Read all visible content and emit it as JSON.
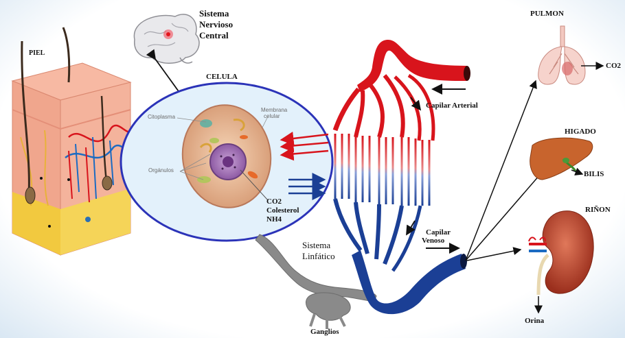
{
  "labels": {
    "piel": "PIEL",
    "snc_line1": "Sistema",
    "snc_line2": "Nervioso",
    "snc_line3": "Central",
    "celula": "CELULA",
    "citoplasma": "Citoplasma",
    "membrana_line1": "Membrana",
    "membrana_line2": "celular",
    "organulos": "Orgánulos",
    "co2_cell": "CO2",
    "colesterol": "Colesterol",
    "nh4": "NH4",
    "capilar_arterial": "Capilar Arterial",
    "capilar_venoso_line1": "Capilar",
    "capilar_venoso_line2": "Venoso",
    "linfatico_line1": "Sistema",
    "linfatico_line2": "Linfático",
    "ganglios": "Ganglios",
    "pulmon": "PULMON",
    "co2_lung": "CO2",
    "higado": "HIGADO",
    "bilis": "BILIS",
    "rinon": "RIÑON",
    "orina": "Orina"
  },
  "colors": {
    "arterial": "#d8141c",
    "venous": "#1b3f95",
    "lymph": "#7d7d7d",
    "cell_ellipse_border": "#2b33b8",
    "cell_ellipse_fill": "#e3f1fb",
    "skin_epidermis": "#f2a58e",
    "skin_fat": "#f3d24f",
    "liver": "#c8642d",
    "kidney": "#c0462b",
    "lung": "#f3c9c1"
  }
}
